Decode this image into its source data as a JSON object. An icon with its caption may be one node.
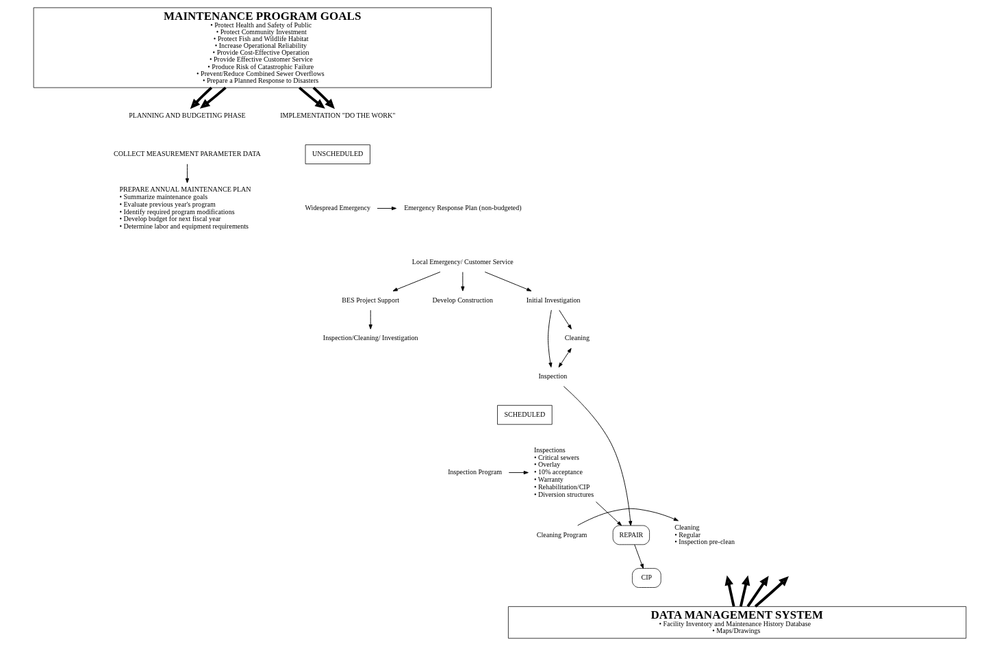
{
  "diagram": {
    "nodes": [
      {
        "text": [
          "MAINTENANCE PROGRAM GOALS",
          "• Protect Health and Safety of Public",
          "• Protect Community Investment",
          "• Protect Fish and Wildlife Habitat",
          "• Increase Operational Reliability",
          "• Provide Cost-Effective Operation",
          "• Provide Effective Customer Service",
          "• Produce Risk of Catastrophic Failure",
          "• Prevent/Reduce Combined Sewer Overflows",
          "• Prepare a Planned Response to Disasters"
        ]
      },
      {
        "text": [
          "PLANNING AND BUDGETING PHASE"
        ]
      },
      {
        "text": [
          "IMPLEMENTATION \"DO THE WORK\""
        ]
      },
      {
        "text": [
          "UNSCHEDULED"
        ]
      },
      {
        "text": [
          "COLLECT MEASUREMENT PARAMETER DATA"
        ]
      },
      {
        "text": [
          "PREPARE ANNUAL MAINTENANCE PLAN",
          "• Summarize maintenance goals",
          "• Evaluate previous year's program",
          "• Identify required program modifications",
          "• Develop budget for next fiscal year",
          "• Determine labor and equipment requirements"
        ]
      },
      {
        "text": [
          "Widespread Emergency"
        ]
      },
      {
        "text": [
          "Emergency Response Plan (non-budgeted)"
        ]
      },
      {
        "text": [
          "Local Emergency/ Customer Service"
        ]
      },
      {
        "text": [
          "BES Project Support"
        ]
      },
      {
        "text": [
          "Inspection/Cleaning/ Investigation"
        ]
      },
      {
        "text": [
          "Develop Construction"
        ]
      },
      {
        "text": [
          "Initial Investigation"
        ]
      },
      {
        "text": [
          "Cleaning"
        ]
      },
      {
        "text": [
          "Inspection"
        ]
      },
      {
        "text": [
          "SCHEDULED"
        ]
      },
      {
        "text": [
          "Inspection Program"
        ]
      },
      {
        "text": [
          "Inspections",
          "• Critical sewers",
          "• Overlay",
          "• 10% acceptance",
          "• Warranty",
          "• Rehabilitation/CIP",
          "• Diversion structures"
        ]
      },
      {
        "text": [
          "Cleaning Program"
        ]
      },
      {
        "text": [
          "Cleaning",
          "• Regular",
          "• Inspection pre-clean"
        ]
      },
      {
        "text": [
          "REPAIR"
        ]
      },
      {
        "text": [
          "CIP"
        ]
      },
      {
        "text": [
          "DATA MANAGEMENT SYSTEM",
          "• Facility Inventory and Maintenance History Database",
          "• Maps/Drawings"
        ]
      }
    ],
    "edges": [
      {
        "from": 0,
        "to": 1,
        "arrow": "to",
        "style": "thick"
      },
      {
        "from": 0,
        "to": 1,
        "arrow": "to",
        "style": "thick"
      },
      {
        "from": 0,
        "to": 2,
        "arrow": "to",
        "style": "thick"
      },
      {
        "from": 0,
        "to": 2,
        "arrow": "to",
        "style": "thick"
      },
      {
        "from": 4,
        "to": 5,
        "arrow": "to"
      },
      {
        "from": 6,
        "to": 7,
        "arrow": "to"
      },
      {
        "from": 8,
        "to": 9,
        "arrow": "to"
      },
      {
        "from": 8,
        "to": 11,
        "arrow": "to"
      },
      {
        "from": 8,
        "to": 12,
        "arrow": "to"
      },
      {
        "from": 9,
        "to": 10,
        "arrow": "to"
      },
      {
        "from": 12,
        "to": 13,
        "arrow": "to"
      },
      {
        "from": 12,
        "to": 14,
        "arrow": "to"
      },
      {
        "from": 13,
        "to": 14,
        "arrow": "both"
      },
      {
        "from": 14,
        "to": 20,
        "arrow": "to"
      },
      {
        "from": 16,
        "to": 17,
        "arrow": "to"
      },
      {
        "from": 17,
        "to": 20,
        "arrow": "to"
      },
      {
        "from": 18,
        "to": 19,
        "arrow": "to"
      },
      {
        "from": 20,
        "to": 21,
        "arrow": "to"
      },
      {
        "from": 22,
        "to": null,
        "arrow": "to",
        "style": "thick"
      },
      {
        "from": 22,
        "to": null,
        "arrow": "to",
        "style": "thick"
      },
      {
        "from": 22,
        "to": null,
        "arrow": "to",
        "style": "thick"
      },
      {
        "from": 22,
        "to": null,
        "arrow": "to",
        "style": "thick"
      }
    ]
  }
}
